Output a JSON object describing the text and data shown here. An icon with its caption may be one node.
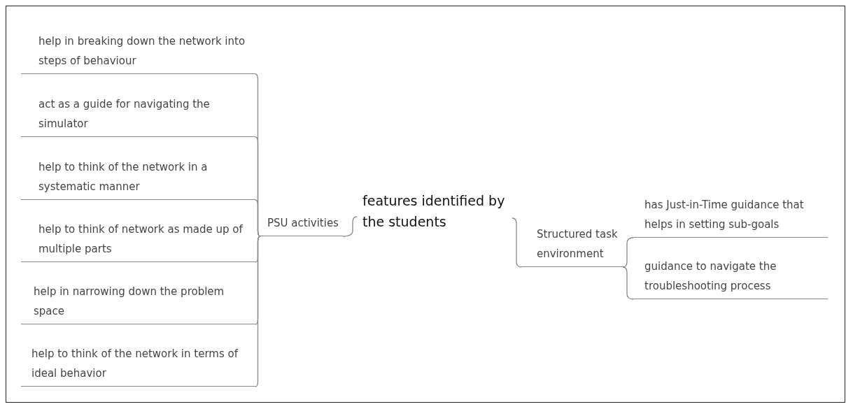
{
  "diagram": {
    "nodes": [
      {
        "text": [
          "features identified by the students"
        ]
      },
      {
        "text": [
          "PSU activities"
        ]
      },
      {
        "text": [
          "help in breaking down the network into steps of behaviour"
        ]
      },
      {
        "text": [
          "act as a guide for navigating the simulator"
        ]
      },
      {
        "text": [
          "help to think of the network in a systematic manner"
        ]
      },
      {
        "text": [
          "help to think of network as made up of multiple parts"
        ]
      },
      {
        "text": [
          "help in narrowing down the problem space"
        ]
      },
      {
        "text": [
          "help to think of the network in terms of ideal behavior"
        ]
      },
      {
        "text": [
          "Structured task environment"
        ]
      },
      {
        "text": [
          "has Just-in-Time guidance that helps in setting sub-goals"
        ]
      },
      {
        "text": [
          "guidance to navigate the troubleshooting process"
        ]
      }
    ],
    "edges": [
      {
        "from": 0,
        "to": 1,
        "arrow": "none"
      },
      {
        "from": 1,
        "to": 2,
        "arrow": "none"
      },
      {
        "from": 1,
        "to": 3,
        "arrow": "none"
      },
      {
        "from": 1,
        "to": 4,
        "arrow": "none"
      },
      {
        "from": 1,
        "to": 5,
        "arrow": "none"
      },
      {
        "from": 1,
        "to": 6,
        "arrow": "none"
      },
      {
        "from": 1,
        "to": 7,
        "arrow": "none"
      },
      {
        "from": 0,
        "to": 8,
        "arrow": "none"
      },
      {
        "from": 8,
        "to": 9,
        "arrow": "none"
      },
      {
        "from": 8,
        "to": 10,
        "arrow": "none"
      }
    ]
  }
}
